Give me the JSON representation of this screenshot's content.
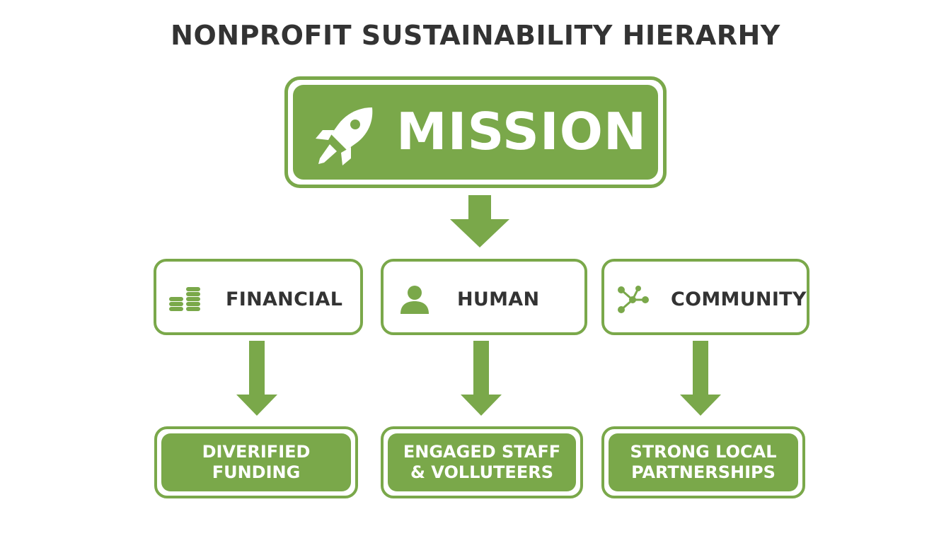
{
  "title": "NONPROFIT SUSTAINABILITY HIERARHY",
  "colors": {
    "accent": "#7aa84a",
    "text": "#333333",
    "background": "#ffffff"
  },
  "mission": {
    "label": "MISSION",
    "icon": "rocket-icon"
  },
  "pillars": [
    {
      "label": "FINANCIAL",
      "icon": "coins-stack-icon"
    },
    {
      "label": "HUMAN",
      "icon": "person-icon"
    },
    {
      "label": "COMMUNITY",
      "icon": "network-icon"
    }
  ],
  "outcomes": [
    {
      "line1": "DIVERIFIED",
      "line2": "FUNDING"
    },
    {
      "line1": "ENGAGED STAFF",
      "line2": "& VOLLUTEERS"
    },
    {
      "line1": "STRONG LOCAL",
      "line2": "PARTNERSHIPS"
    }
  ]
}
